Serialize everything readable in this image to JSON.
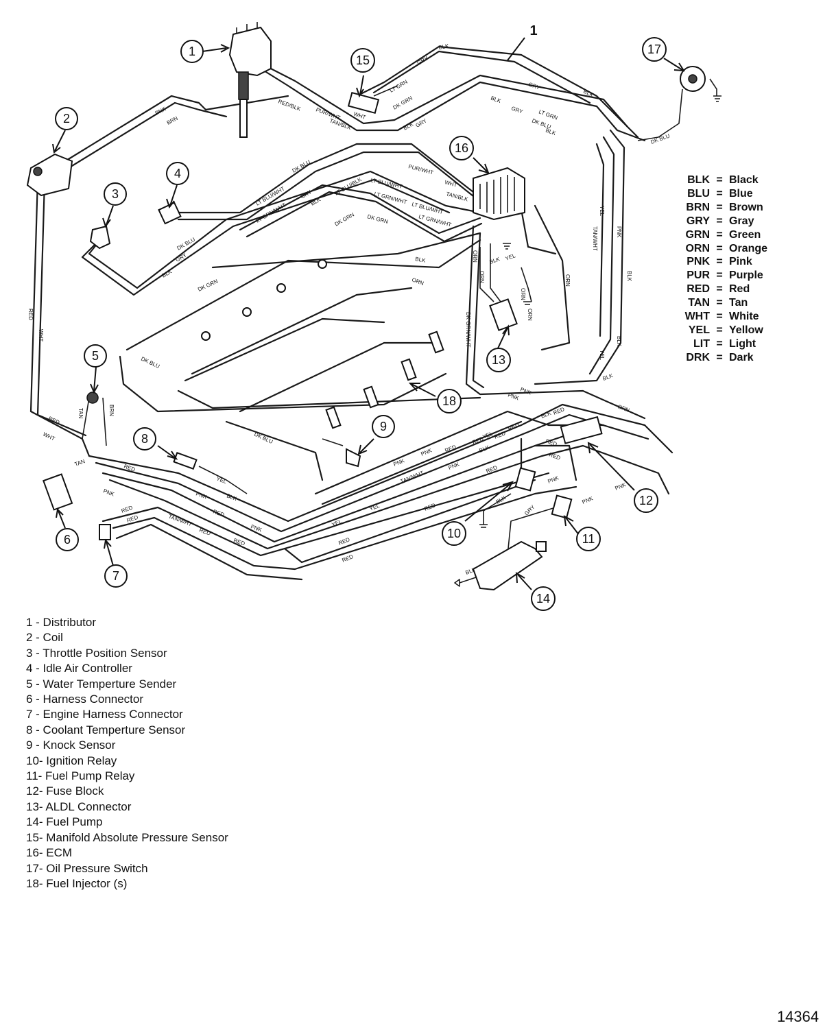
{
  "harness_label": "1",
  "callouts": [
    "1",
    "2",
    "3",
    "4",
    "5",
    "6",
    "7",
    "8",
    "9",
    "10",
    "11",
    "12",
    "13",
    "14",
    "15",
    "16",
    "17",
    "18"
  ],
  "wire_labels": {
    "brn": "BRN",
    "pnk": "PNK",
    "red_blk": "RED/BLK",
    "pur_wht": "PUR/WHT",
    "tan_blk": "TAN/BLK",
    "wht": "WHT",
    "dk_blu": "DK BLU",
    "gry": "GRY",
    "blk": "BLK",
    "lt_grn": "LT GRN",
    "lt_blu_wht": "LT BLU/WHT",
    "lt_grn_wht": "LT GRN/WHT",
    "dk_grn": "DK GRN",
    "orn": "ORN",
    "yel": "YEL",
    "tan_wht": "TAN/WHT",
    "red": "RED",
    "tan": "TAN",
    "lt_blu_blk": "LT BLU/BLK",
    "dk_grn_wht": "DK GRN/WHT"
  },
  "legend": [
    {
      "abbr": "BLK",
      "name": "Black"
    },
    {
      "abbr": "BLU",
      "name": "Blue"
    },
    {
      "abbr": "BRN",
      "name": "Brown"
    },
    {
      "abbr": "GRY",
      "name": "Gray"
    },
    {
      "abbr": "GRN",
      "name": "Green"
    },
    {
      "abbr": "ORN",
      "name": "Orange"
    },
    {
      "abbr": "PNK",
      "name": "Pink"
    },
    {
      "abbr": "PUR",
      "name": "Purple"
    },
    {
      "abbr": "RED",
      "name": "Red"
    },
    {
      "abbr": "TAN",
      "name": "Tan"
    },
    {
      "abbr": "WHT",
      "name": "White"
    },
    {
      "abbr": "YEL",
      "name": "Yellow"
    },
    {
      "abbr": "LIT",
      "name": "Light"
    },
    {
      "abbr": "DRK",
      "name": "Dark"
    }
  ],
  "legend_separator": "=",
  "parts": [
    "1  - Distributor",
    "2  - Coil",
    "3  - Throttle Position Sensor",
    "4  - Idle Air Controller",
    "5  - Water Temperture Sender",
    "6  - Harness Connector",
    "7  - Engine Harness Connector",
    "8  - Coolant Temperture Sensor",
    "9  - Knock Sensor",
    "10- Ignition Relay",
    "11- Fuel Pump Relay",
    "12- Fuse Block",
    "13- ALDL Connector",
    "14- Fuel Pump",
    "15- Manifold Absolute Pressure Sensor",
    "16- ECM",
    "17- Oil Pressure Switch",
    "18- Fuel Injector (s)"
  ],
  "figure_id": "14364"
}
